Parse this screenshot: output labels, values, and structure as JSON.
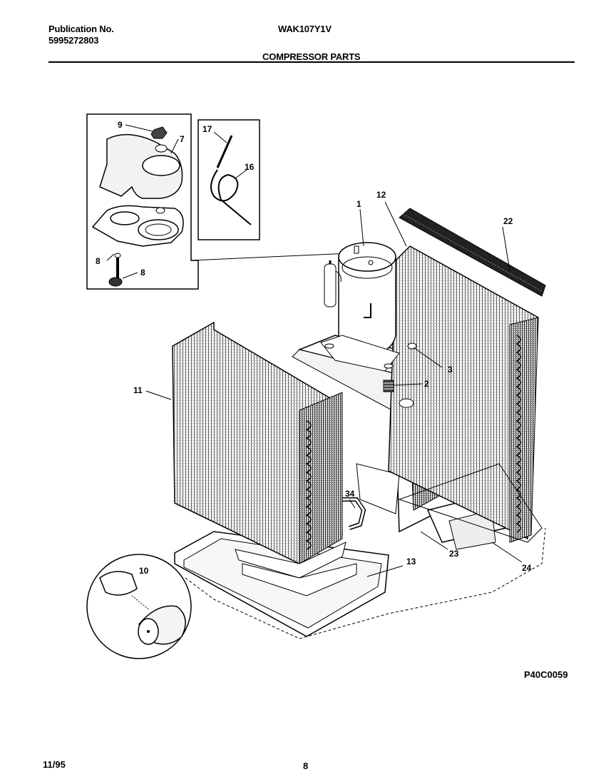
{
  "header": {
    "publication_label": "Publication No.",
    "publication_number": "5995272803",
    "model": "WAK107Y1V",
    "section_title": "COMPRESSOR PARTS"
  },
  "callouts": {
    "c1": "1",
    "c2": "2",
    "c3": "3",
    "c7": "7",
    "c8a": "8",
    "c8b": "8",
    "c9": "9",
    "c10": "10",
    "c11": "11",
    "c12": "12",
    "c13": "13",
    "c16": "16",
    "c17": "17",
    "c22": "22",
    "c23": "23",
    "c24": "24",
    "c34": "34"
  },
  "figure_code": "P40C0059",
  "footer": {
    "date": "11/95",
    "page": "8"
  }
}
